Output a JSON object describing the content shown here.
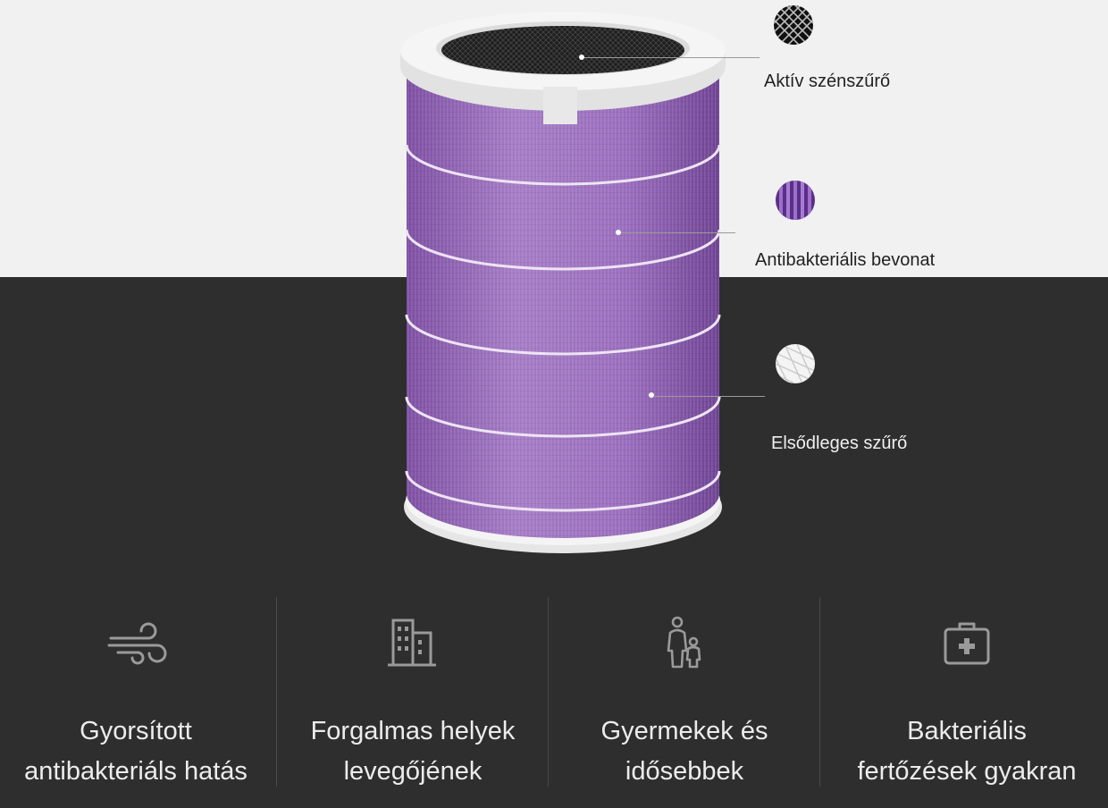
{
  "callouts": [
    {
      "label": "Aktív szénszűrő",
      "swatch": "carbon-mesh-icon"
    },
    {
      "label": "Antibakteriális bevonat",
      "swatch": "purple-pleats-icon"
    },
    {
      "label": "Elsődleges szűrő",
      "swatch": "white-mesh-icon"
    }
  ],
  "features": [
    {
      "icon": "wind-icon",
      "line1": "Gyorsított",
      "line2": "antibakteriáls hatás"
    },
    {
      "icon": "buildings-icon",
      "line1": "Forgalmas helyek",
      "line2": "levegőjének"
    },
    {
      "icon": "family-icon",
      "line1": "Gyermekek és",
      "line2": "idősebbek"
    },
    {
      "icon": "medical-kit-icon",
      "line1": "Bakteriális",
      "line2": "fertőzések gyakran"
    }
  ],
  "colors": {
    "top_background": "#f1f1f1",
    "bottom_background": "#2e2e2e",
    "filter_purple": "#9b6bbf",
    "filter_frame": "#f2f2f2",
    "feature_text": "#ececec",
    "icon_gray": "#9a9a9a"
  }
}
